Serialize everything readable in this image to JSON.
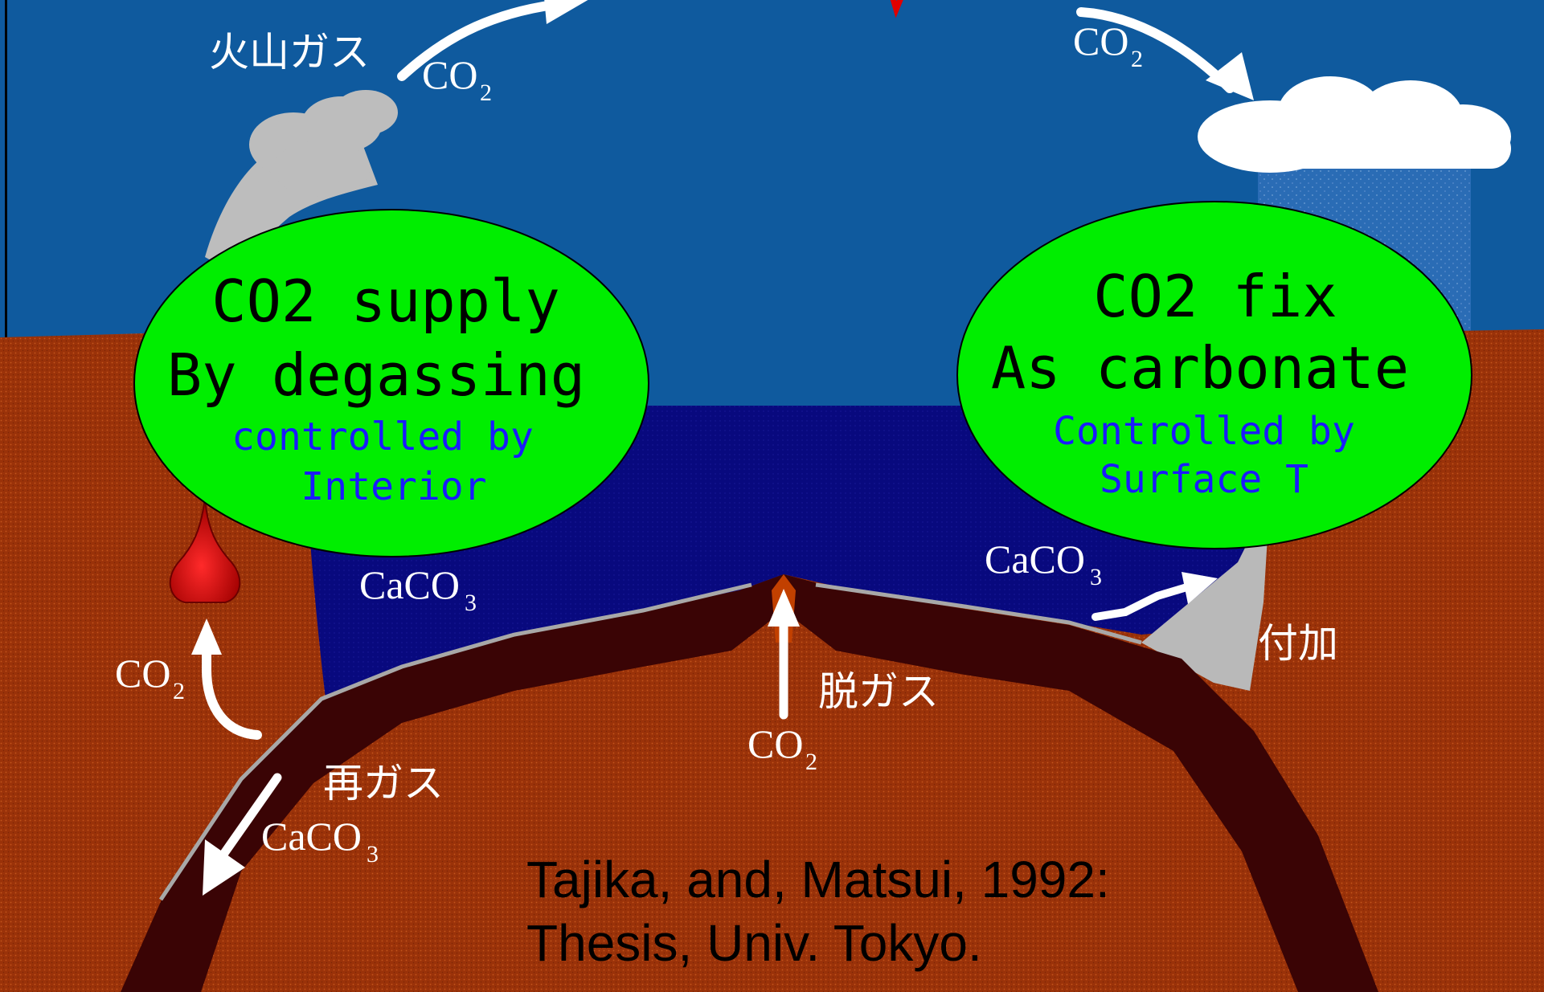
{
  "left_oval": {
    "line1": "CO2  supply",
    "line2": "By degassing",
    "note1": "controlled by",
    "note2": "Interior"
  },
  "right_oval": {
    "line1": "CO2 fix",
    "line2": "As carbonate",
    "note1": "Controlled by",
    "note2": "Surface T"
  },
  "labels": {
    "volcanic_gas": "火山ガス",
    "degassing": "脱ガス",
    "regassing": "再ガス",
    "accretion": "付加",
    "co2_main": "CO",
    "co2_sub": "2",
    "caco3_main": "CaCO",
    "caco3_sub": "3"
  },
  "citation": {
    "line1": "Tajika, and, Matsui, 1992:",
    "line2": "Thesis, Univ. Tokyo."
  },
  "colors": {
    "sky": "#0f5a9e",
    "ground": "#9a3209",
    "ocean": "#08097e",
    "slab": "#3a0405",
    "oval_fill": "#00ee00",
    "note_text": "#1a1aff",
    "magma": "#cc0a0a",
    "smoke": "#bdbdbd"
  }
}
